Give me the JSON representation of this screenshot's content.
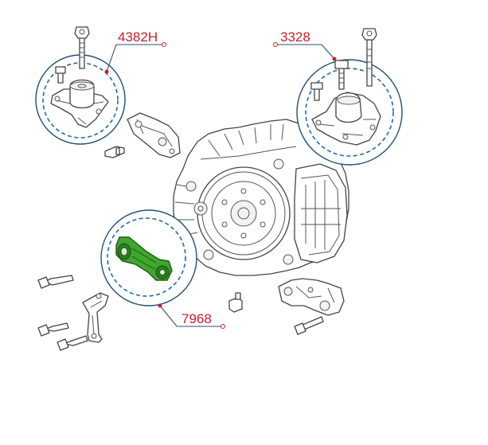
{
  "callouts": [
    {
      "id": "4382H",
      "label": "4382H"
    },
    {
      "id": "3328",
      "label": "3328"
    },
    {
      "id": "7968",
      "label": "7968"
    }
  ],
  "colors": {
    "callout_text": "#c8202a",
    "leader_line": "#2a4f74",
    "circle_outline": "#1e4f7a",
    "circle_dashed": "#1f6aa5",
    "highlight_fill": "#3fa62e",
    "highlight_stroke": "#1d5a12",
    "line_art": "#444444"
  },
  "icons": [
    "engine-mount-right",
    "engine-mount-left",
    "transmission-assembly",
    "torque-rod-mount",
    "bolt",
    "nut",
    "bracket"
  ]
}
